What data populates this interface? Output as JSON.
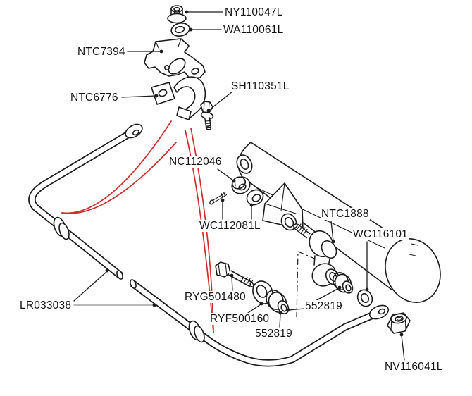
{
  "diagram": {
    "type": "exploded-parts-diagram",
    "background_color": "#ffffff",
    "line_color": "#1c1c1c",
    "accent_color": "#cc2f2f",
    "labels": [
      {
        "id": "ny110047l",
        "text": "NY110047L"
      },
      {
        "id": "wa110061l",
        "text": "WA110061L"
      },
      {
        "id": "ntc7394",
        "text": "NTC7394"
      },
      {
        "id": "ntc6776",
        "text": "NTC6776"
      },
      {
        "id": "sh110351l",
        "text": "SH110351L"
      },
      {
        "id": "nc112046",
        "text": "NC112046"
      },
      {
        "id": "wc112081l",
        "text": "WC112081L"
      },
      {
        "id": "ntc1888",
        "text": "NTC1888"
      },
      {
        "id": "wc116101",
        "text": "WC116101"
      },
      {
        "id": "ryg501480",
        "text": "RYG501480"
      },
      {
        "id": "ryf500160",
        "text": "RYF500160"
      },
      {
        "id": "552819-lower",
        "text": "552819"
      },
      {
        "id": "552819-right",
        "text": "552819"
      },
      {
        "id": "lr033038",
        "text": "LR033038"
      },
      {
        "id": "nv116041l",
        "text": "NV116041L"
      }
    ]
  }
}
